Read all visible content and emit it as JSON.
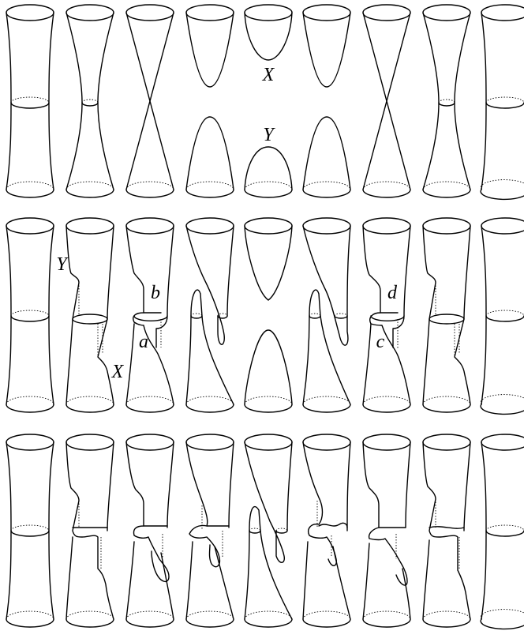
{
  "figure": {
    "labels": {
      "row1_top": "X",
      "row1_bottom": "Y",
      "row2_upper_left": "Y",
      "row2_lower_left": "X",
      "row2_b": "b",
      "row2_a": "a",
      "row2_d": "d",
      "row2_c": "c"
    }
  }
}
